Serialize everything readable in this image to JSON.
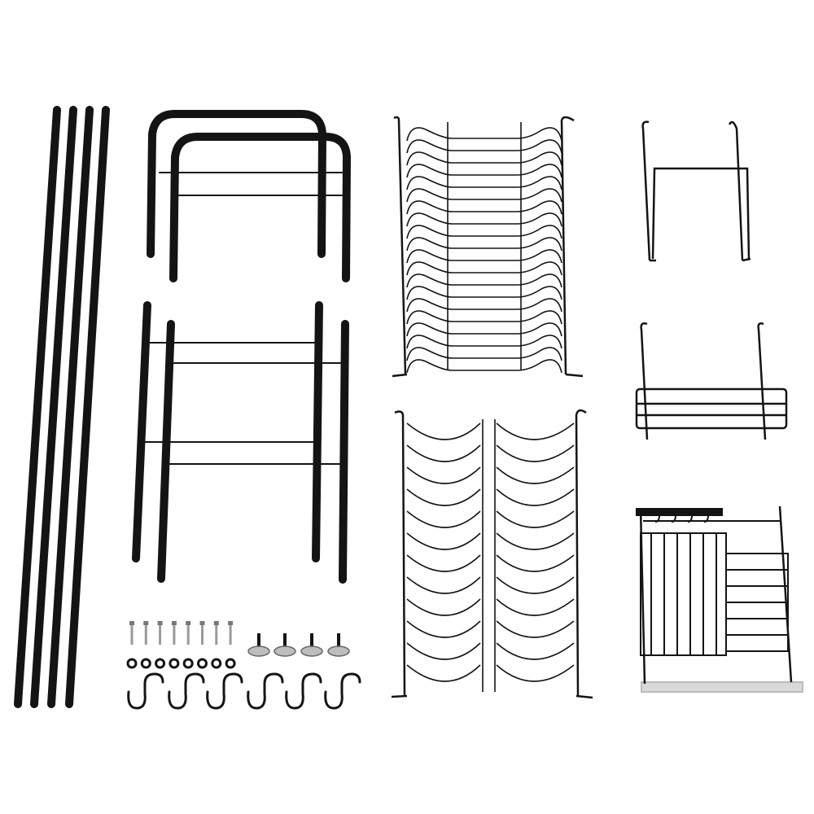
{
  "product": {
    "colors": {
      "metal": "#141414",
      "background": "#ffffff",
      "tray": "#d9d9d9",
      "hardware": "#9a9a9a"
    },
    "parts": {
      "long_poles": 4,
      "u_frames": 2,
      "h_frames": 2,
      "plate_racks": 2,
      "cup_hanger": 1,
      "hanging_basket": 1,
      "utensil_holder": 1,
      "screws": 8,
      "washers": 8,
      "leveling_feet": 4,
      "s_hooks": 6
    }
  }
}
